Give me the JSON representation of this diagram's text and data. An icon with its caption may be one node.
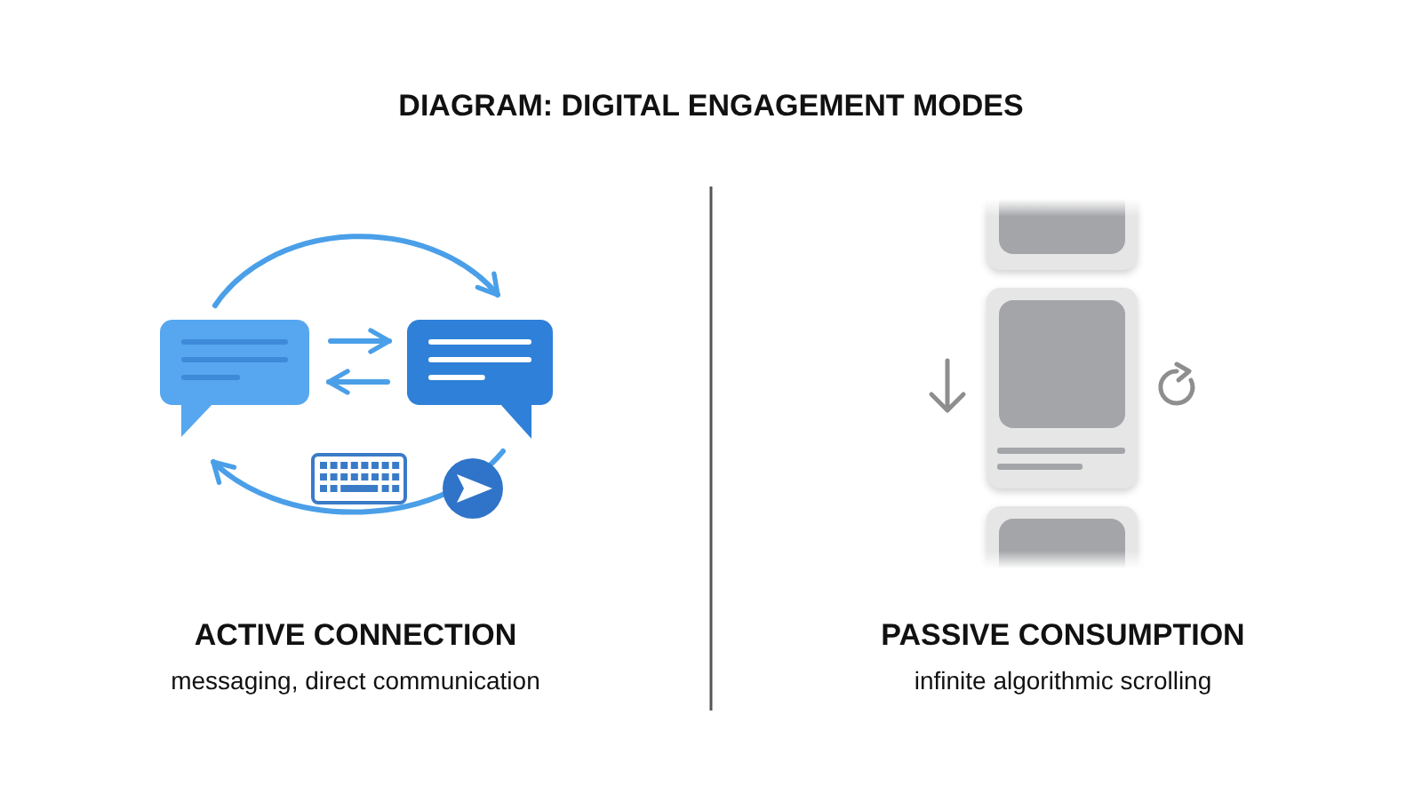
{
  "diagram": {
    "title": "DIAGRAM: DIGITAL ENGAGEMENT MODES",
    "nodes": [
      {
        "text": [],
        "shape": "box"
      },
      {
        "text": [],
        "shape": "box"
      }
    ],
    "edges": [
      {
        "from": 0,
        "to": 1,
        "arrow": "to"
      },
      {
        "from": 0,
        "to": 1,
        "arrow": "to"
      },
      {
        "from": 1,
        "to": 0,
        "arrow": "to"
      },
      {
        "from": 1,
        "to": 0,
        "arrow": "to"
      }
    ],
    "labels": [
      "ACTIVE CONNECTION",
      "messaging, direct communication",
      "PASSIVE CONSUMPTION",
      "infinite algorithmic scrolling"
    ]
  }
}
